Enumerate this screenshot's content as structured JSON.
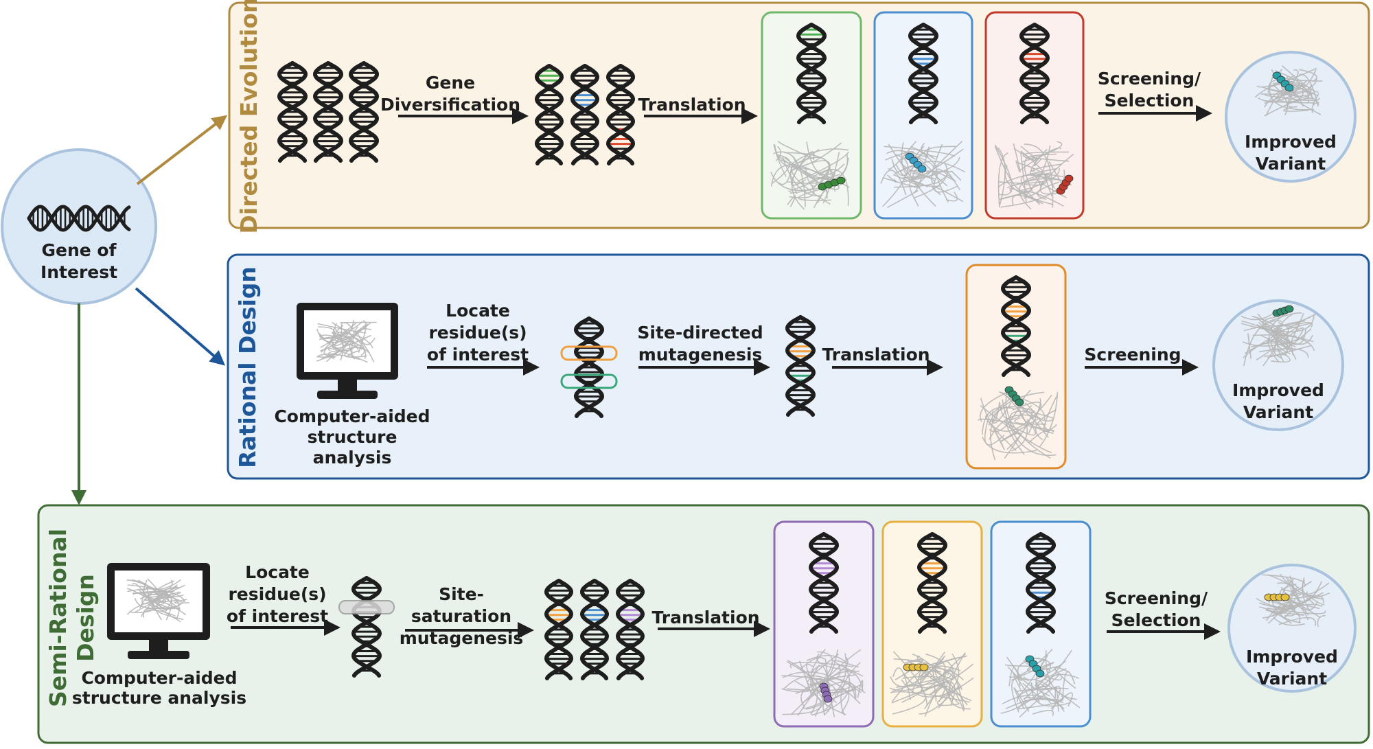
{
  "colors": {
    "directed": "#b08a3e",
    "directed_fill": "#fbf3e6",
    "rational": "#1e5799",
    "rational_fill": "#e8f1f9",
    "semi": "#3f6b35",
    "semi_fill": "#e8f2ea",
    "gene_fill": "#dbe8f5",
    "gene_stroke": "#a9c2dd",
    "mut_green": "#4caf50",
    "mut_blue": "#4a8ed0",
    "mut_red": "#d9482b",
    "mut_orange": "#f0a040",
    "mut_teal": "#3aa87a",
    "mut_purple": "#b48ad6",
    "mut_gray": "#c8c8c8"
  },
  "gene": {
    "label_line1": "Gene of",
    "label_line2": "Interest",
    "icon": "dna-icon"
  },
  "directed": {
    "title": "Directed Evolution",
    "step1_line1": "Gene",
    "step1_line2": "Diversification",
    "step2": "Translation",
    "step3_line1": "Screening/",
    "step3_line2": "Selection",
    "result_line1": "Improved",
    "result_line2": "Variant"
  },
  "rational": {
    "title": "Rational Design",
    "computer_line1": "Computer-aided",
    "computer_line2": "structure",
    "computer_line3": "analysis",
    "step1_line1": "Locate",
    "step1_line2": "residue(s)",
    "step1_line3": "of interest",
    "step2_line1": "Site-directed",
    "step2_line2": "mutagenesis",
    "step3": "Translation",
    "step4": "Screening",
    "result_line1": "Improved",
    "result_line2": "Variant"
  },
  "semi": {
    "title_line1": "Semi-Rational",
    "title_line2": "Design",
    "computer_line1": "Computer-aided",
    "computer_line2": "structure analysis",
    "step1_line1": "Locate",
    "step1_line2": "residue(s)",
    "step1_line3": "of interest",
    "step2_line1": "Site-",
    "step2_line2": "saturation",
    "step2_line3": "mutagenesis",
    "step3": "Translation",
    "step4_line1": "Screening/",
    "step4_line2": "Selection",
    "result_line1": "Improved",
    "result_line2": "Variant"
  }
}
